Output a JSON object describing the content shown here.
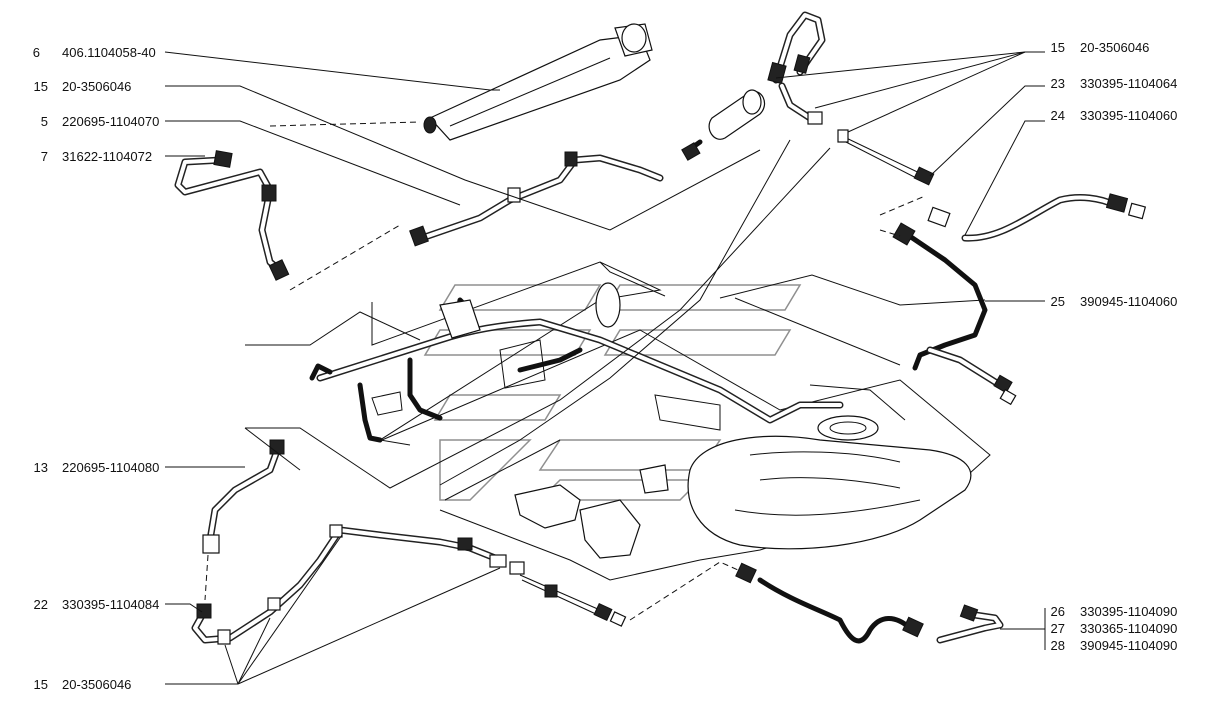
{
  "callouts": [
    {
      "num": "6",
      "code": "406.1104058-40"
    },
    {
      "num": "15",
      "code": "20-3506046"
    },
    {
      "num": "5",
      "code": "220695-1104070"
    },
    {
      "num": "7",
      "code": "31622-1104072"
    },
    {
      "num": "13",
      "code": "220695-1104080"
    },
    {
      "num": "22",
      "code": "330395-1104084"
    },
    {
      "num": "15",
      "code": "20-3506046"
    },
    {
      "num": "15",
      "code": "20-3506046"
    },
    {
      "num": "23",
      "code": "330395-1104064"
    },
    {
      "num": "24",
      "code": "330395-1104060"
    },
    {
      "num": "25",
      "code": "390945-1104060"
    },
    {
      "num": "26",
      "code": "330395-1104090"
    },
    {
      "num": "27",
      "code": "330365-1104090"
    },
    {
      "num": "28",
      "code": "390945-1104090"
    }
  ]
}
